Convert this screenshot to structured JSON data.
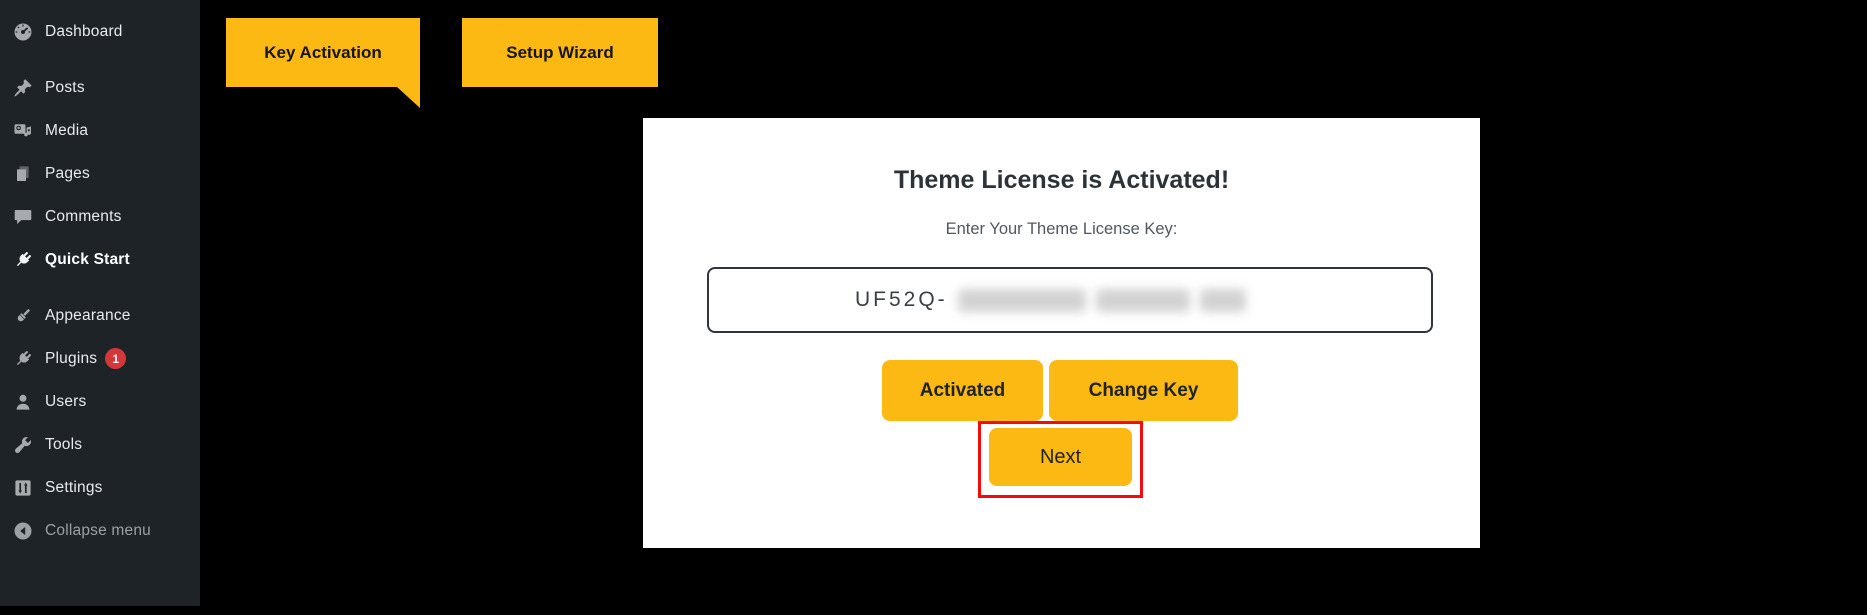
{
  "colors": {
    "accent_yellow": "#fcb813",
    "annotation_red": "#f40b0b",
    "sidebar_bg": "#1d2327",
    "content_bg": "#000000",
    "card_bg": "#ffffff",
    "badge_red": "#d63638"
  },
  "sidebar": {
    "items": [
      {
        "id": "dashboard",
        "label": "Dashboard",
        "icon": "dashboard-icon"
      },
      {
        "id": "posts",
        "label": "Posts",
        "icon": "pin-icon",
        "gap_before": true
      },
      {
        "id": "media",
        "label": "Media",
        "icon": "media-icon"
      },
      {
        "id": "pages",
        "label": "Pages",
        "icon": "pages-icon"
      },
      {
        "id": "comments",
        "label": "Comments",
        "icon": "comment-icon"
      },
      {
        "id": "quick-start",
        "label": "Quick Start",
        "icon": "plug-icon",
        "active": true
      },
      {
        "id": "appearance",
        "label": "Appearance",
        "icon": "brush-icon",
        "gap_before": true
      },
      {
        "id": "plugins",
        "label": "Plugins",
        "icon": "plug-icon",
        "badge": "1"
      },
      {
        "id": "users",
        "label": "Users",
        "icon": "user-icon"
      },
      {
        "id": "tools",
        "label": "Tools",
        "icon": "wrench-icon"
      },
      {
        "id": "settings",
        "label": "Settings",
        "icon": "settings-icon"
      },
      {
        "id": "collapse-menu",
        "label": "Collapse menu",
        "icon": "collapse-icon",
        "muted": true
      }
    ]
  },
  "tabs": {
    "key_activation": {
      "label": "Key Activation",
      "active": true
    },
    "setup_wizard": {
      "label": "Setup Wizard",
      "active": false
    }
  },
  "card": {
    "title": "Theme License is Activated!",
    "subtitle": "Enter Your Theme License Key:",
    "license_key": {
      "visible_prefix": "UF52Q-",
      "masked": true,
      "masked_segment_count": 3
    },
    "buttons": {
      "activated": "Activated",
      "change_key": "Change Key",
      "next": "Next"
    }
  }
}
